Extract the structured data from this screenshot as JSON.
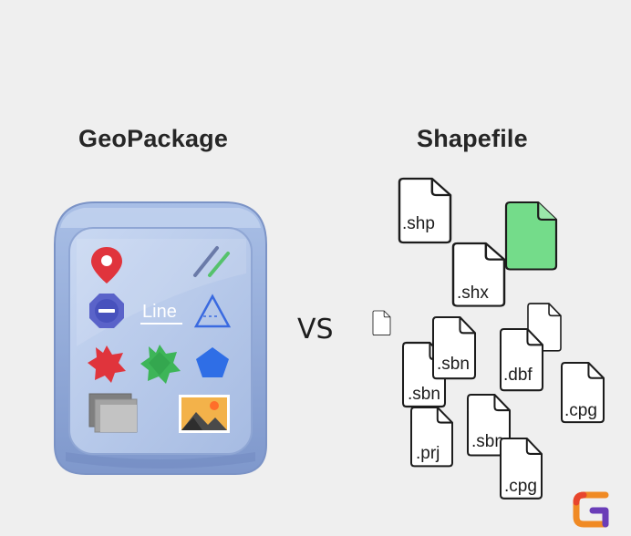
{
  "left": {
    "title": "GeoPackage",
    "line_label": "Line"
  },
  "vs_label": "VS",
  "right": {
    "title": "Shapefile",
    "files": [
      ".shp",
      ".shx",
      ".sbn",
      ".sbn",
      ".dbf",
      ".cpg",
      ".prj",
      ".sbn",
      ".cpg"
    ]
  },
  "colors": {
    "background": "#efefef",
    "package_body": "#94acdb",
    "package_inner": "#b5c8ea",
    "pin": "#e0343c",
    "highlight_file": "#74dc8a",
    "logo_orange": "#f08a24",
    "logo_purple": "#6a3db8"
  }
}
